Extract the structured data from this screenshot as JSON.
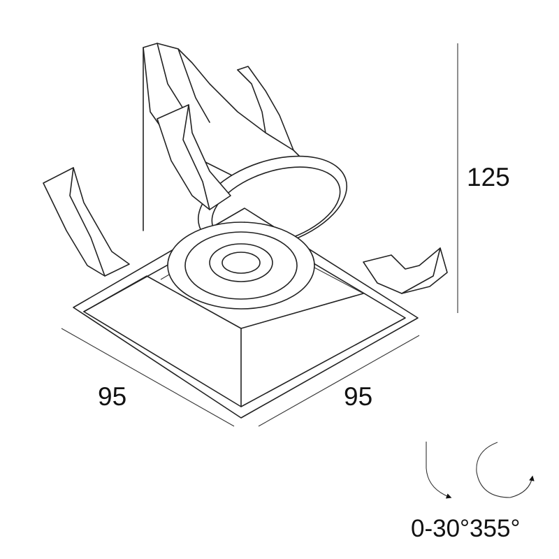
{
  "dimensions": {
    "height": "125",
    "width_left": "95",
    "width_right": "95"
  },
  "adjustment": {
    "tilt_range": "0-30°",
    "rotation_range": "355°",
    "label": "0-30°355°"
  },
  "icons": [
    "tilt-arrow-icon",
    "rotation-arrow-icon"
  ],
  "colors": {
    "line": "#222222",
    "background": "#ffffff"
  }
}
